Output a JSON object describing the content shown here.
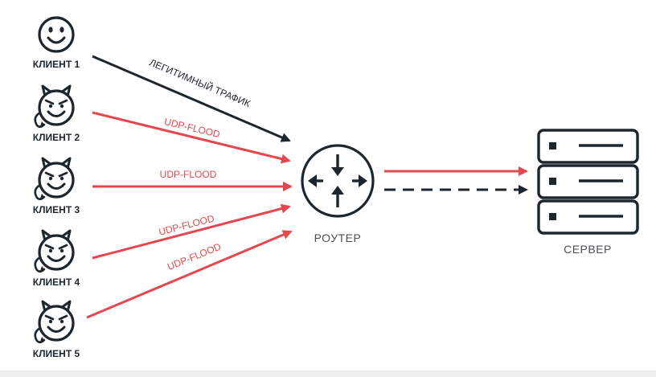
{
  "colors": {
    "ink": "#1d262c",
    "attack": "#e4474f",
    "label_gray": "#4a4f54"
  },
  "clients": [
    {
      "label": "КЛИЕНТ 1",
      "icon": "smiley-face-icon",
      "kind": "legitimate"
    },
    {
      "label": "КЛИЕНТ 2",
      "icon": "devil-face-icon",
      "kind": "attacker"
    },
    {
      "label": "КЛИЕНТ 3",
      "icon": "devil-face-icon",
      "kind": "attacker"
    },
    {
      "label": "КЛИЕНТ 4",
      "icon": "devil-face-icon",
      "kind": "attacker"
    },
    {
      "label": "КЛИЕНТ 5",
      "icon": "devil-face-icon",
      "kind": "attacker"
    }
  ],
  "edges": [
    {
      "label": "ЛЕГИТИМНЫЙ ТРАФИК",
      "from": "КЛИЕНТ 1",
      "to": "РОУТЕР",
      "style": "legit"
    },
    {
      "label": "UDP-FLOOD",
      "from": "КЛИЕНТ 2",
      "to": "РОУТЕР",
      "style": "attack"
    },
    {
      "label": "UDP-FLOOD",
      "from": "КЛИЕНТ 3",
      "to": "РОУТЕР",
      "style": "attack"
    },
    {
      "label": "UDP-FLOOD",
      "from": "КЛИЕНТ 4",
      "to": "РОУТЕР",
      "style": "attack"
    },
    {
      "label": "UDP-FLOOD",
      "from": "КЛИЕНТ 5",
      "to": "РОУТЕР",
      "style": "attack"
    },
    {
      "label": "",
      "from": "РОУТЕР",
      "to": "СЕРВЕР",
      "style": "attack-solid"
    },
    {
      "label": "",
      "from": "РОУТЕР",
      "to": "СЕРВЕР",
      "style": "legit-dashed"
    }
  ],
  "router": {
    "label": "РОУТЕР",
    "icon": "router-icon"
  },
  "server": {
    "label": "СЕРВЕР",
    "icon": "server-rack-icon"
  }
}
